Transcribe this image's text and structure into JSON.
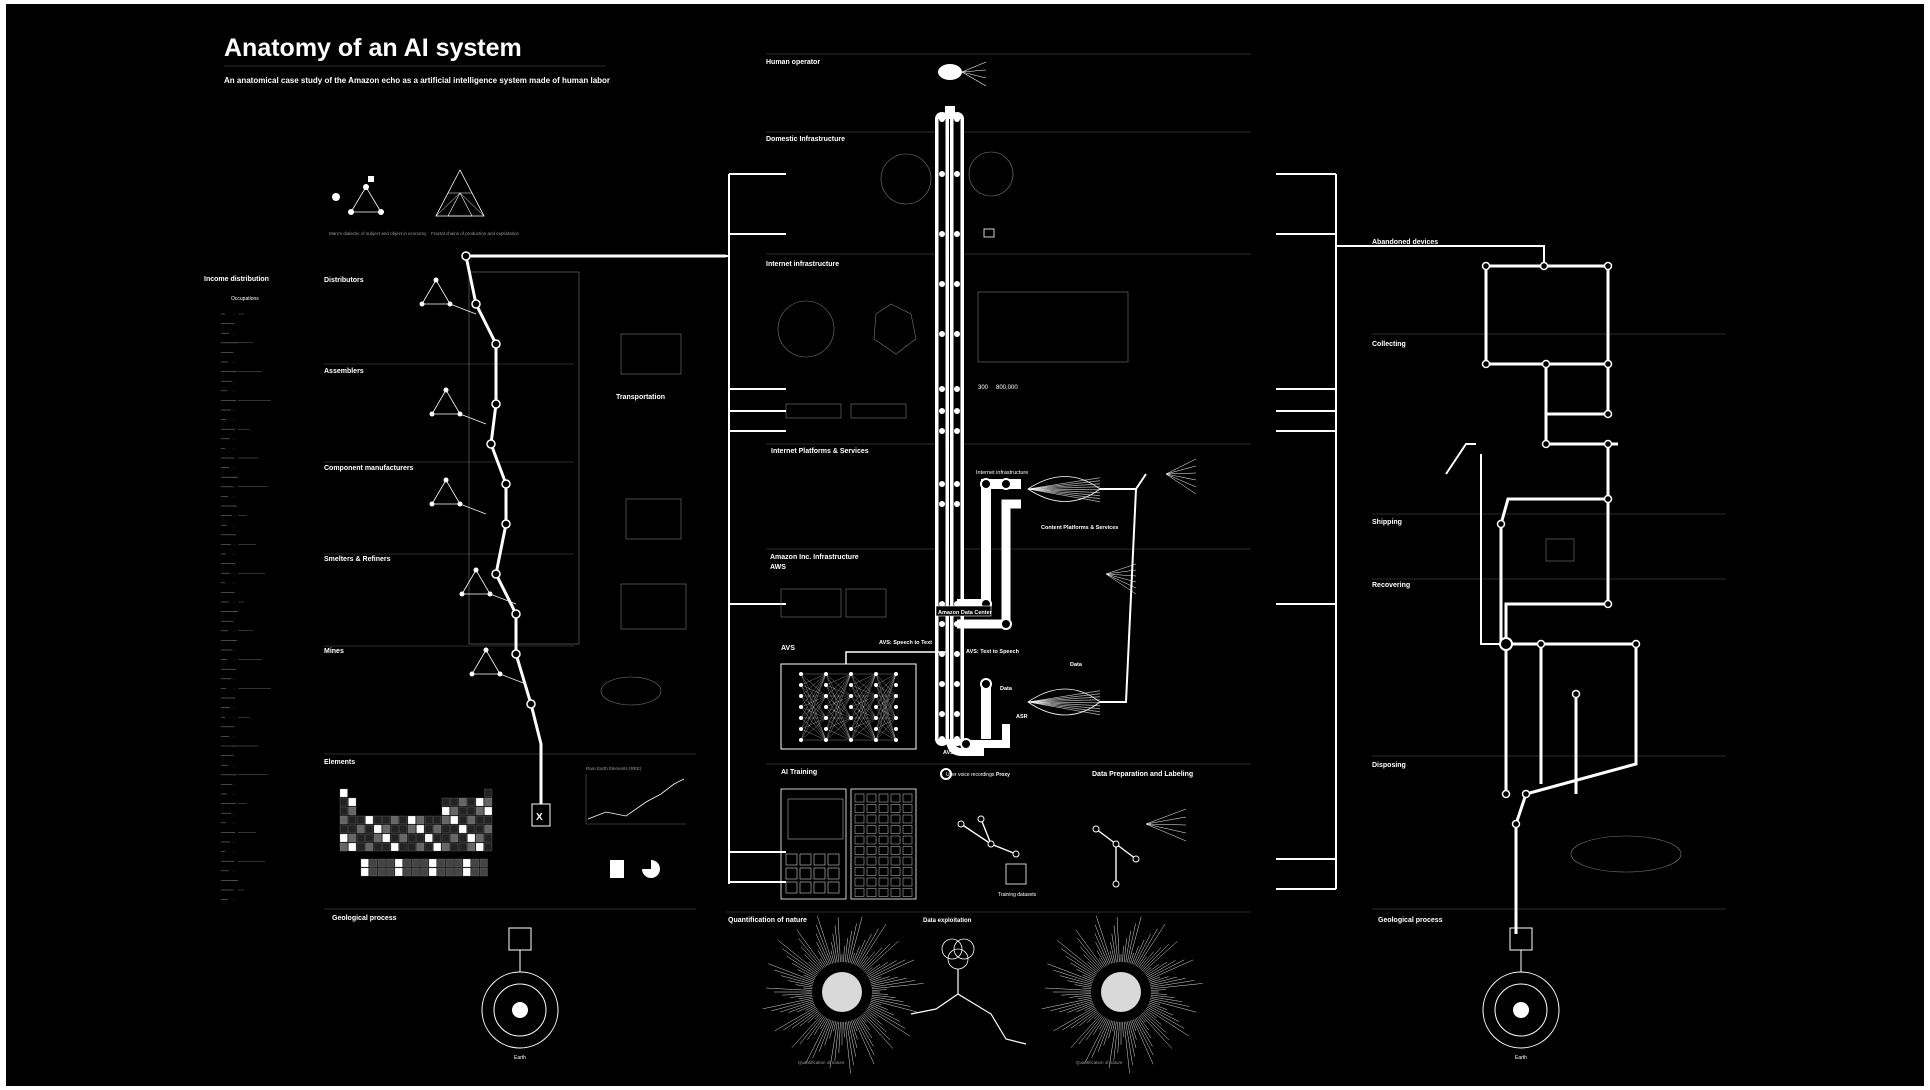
{
  "title": "Anatomy of an AI system",
  "subtitle": "An anatomical case study of the Amazon echo as a artificial intelligence system made of human labor",
  "left": {
    "income_distribution": "Income distribution",
    "occupations": "Occupations",
    "marx_caption": "Marx's dialectic of subject and object in economy",
    "fractal_caption": "Fractal chains of production and exploitation",
    "distributors": "Distributors",
    "assemblers": "Assemblers",
    "component_manufacturers": "Component manufacturers",
    "smelters_refiners": "Smelters & Refiners",
    "mines": "Mines",
    "elements": "Elements",
    "transportation": "Transportation",
    "geological_process": "Geological process",
    "earth": "Earth",
    "rare_earth": "Rare Earth Elements (REE)"
  },
  "center": {
    "human_operator": "Human operator",
    "domestic_infrastructure": "Domestic Infrastructure",
    "internet_infrastructure": "Internet infrastructure",
    "internet_platforms": "Internet Platforms & Services",
    "amazon_infrastructure": "Amazon Inc. Infrastructure",
    "aws": "AWS",
    "avs": "AVS",
    "avs_speech_to_text": "AVS: Speech to Text",
    "avs_text_to_speech": "AVS: Text to Speech",
    "amazon_data_center": "Amazon Data Center",
    "internet_infrastructure_short": "Internet infrastructure",
    "content_platforms": "Content Platforms & Services",
    "data": "Data",
    "asr": "ASR",
    "avs_intent": "AVS: Intent",
    "user_voice": "User voice recordings",
    "proxy": "Proxy",
    "ai_training": "AI Training",
    "training_datasets": "Training datasets",
    "data_prep": "Data Preparation and Labeling",
    "quantification_nature": "Quantification of nature",
    "data_exploitation": "Data exploitation",
    "quantification_label": "Quantification of nature",
    "number_a": "300",
    "number_b": "800,000"
  },
  "right": {
    "abandoned_devices": "Abandoned devices",
    "collecting": "Collecting",
    "shipping": "Shipping",
    "recovering": "Recovering",
    "disposing": "Disposing",
    "geological_process": "Geological process",
    "earth": "Earth"
  }
}
